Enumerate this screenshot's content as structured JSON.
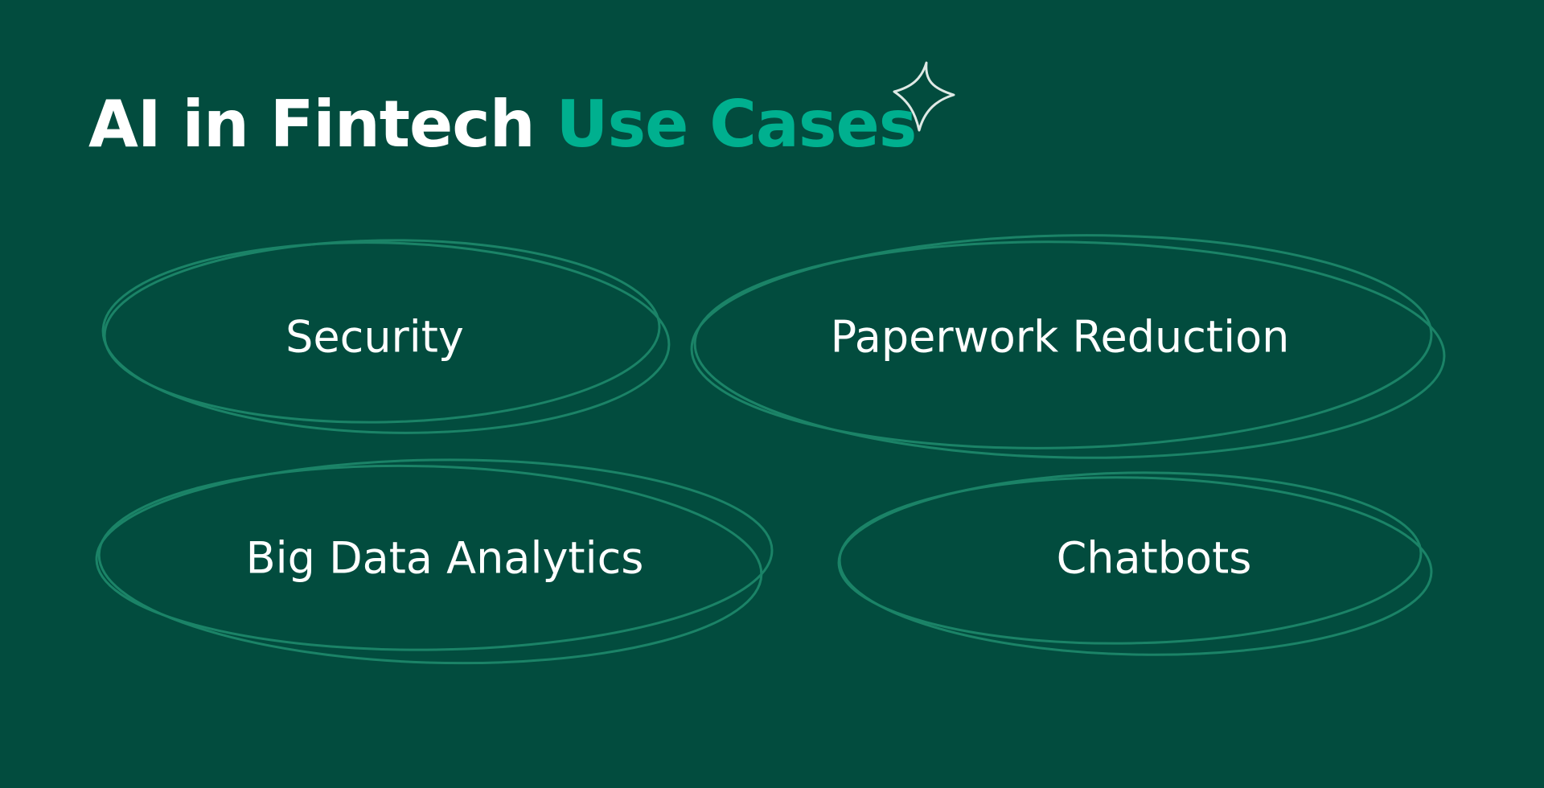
{
  "title": {
    "main": "AI in Fintech",
    "accent": "Use Cases"
  },
  "use_cases": [
    "Security",
    "Paperwork Reduction",
    "Big Data Analytics",
    "Chatbots"
  ],
  "colors": {
    "background": "#024c3e",
    "accent": "#00b08f",
    "ellipse": "#1f8a6c",
    "text": "#ffffff"
  },
  "decoration_icon": "sparkle-icon"
}
